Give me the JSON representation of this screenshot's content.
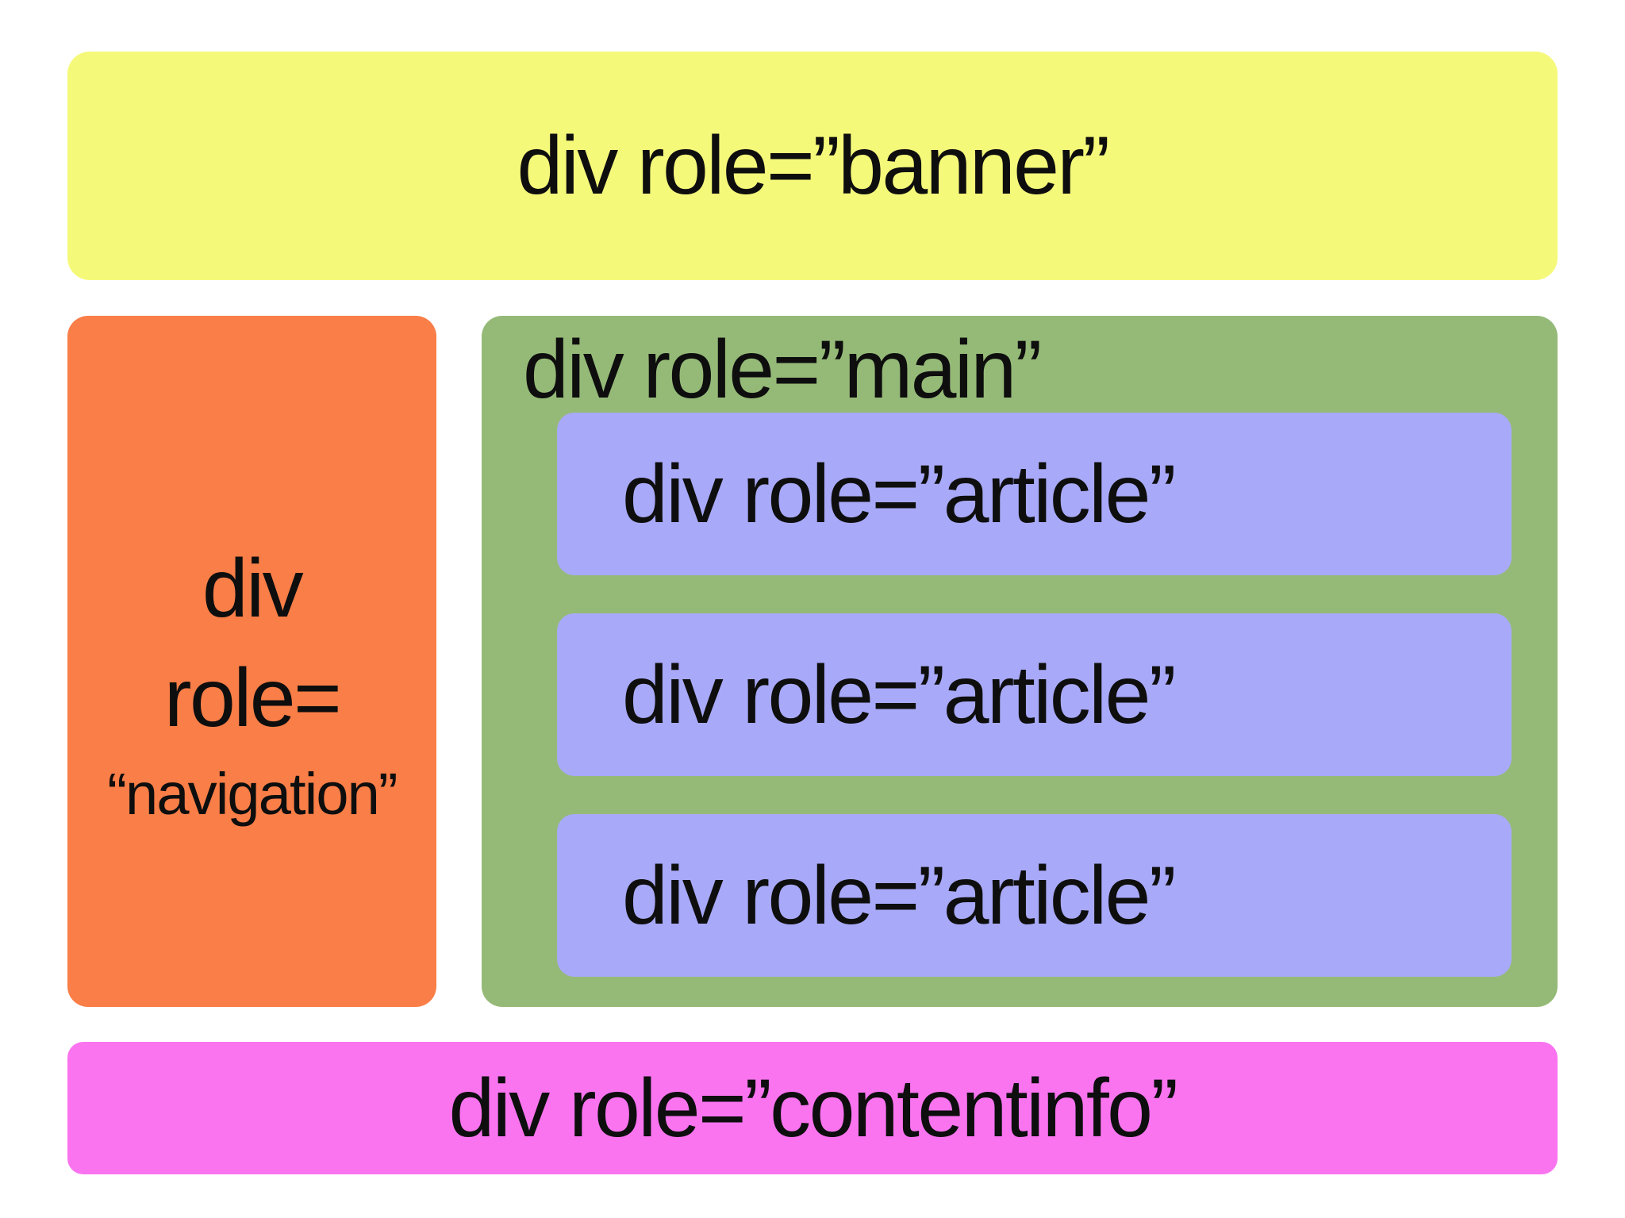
{
  "diagram": {
    "title_meaning": "HTML layout with ARIA landmark roles",
    "background": "#ffffff",
    "text_color": "#0e0e0e",
    "banner": {
      "label": "div role=”banner”",
      "bg": "#f5f97a"
    },
    "navigation": {
      "line1": "div",
      "line2": "role=",
      "line3": "“navigation”",
      "bg": "#f97e47"
    },
    "main": {
      "label": "div role=”main”",
      "bg": "#95ba78",
      "article_bg": "#a8a9f8",
      "articles": [
        {
          "label": "div role=”article”"
        },
        {
          "label": "div role=”article”"
        },
        {
          "label": "div role=”article”"
        }
      ]
    },
    "contentinfo": {
      "label": "div role=”contentinfo”",
      "bg": "#fa74f0"
    }
  }
}
